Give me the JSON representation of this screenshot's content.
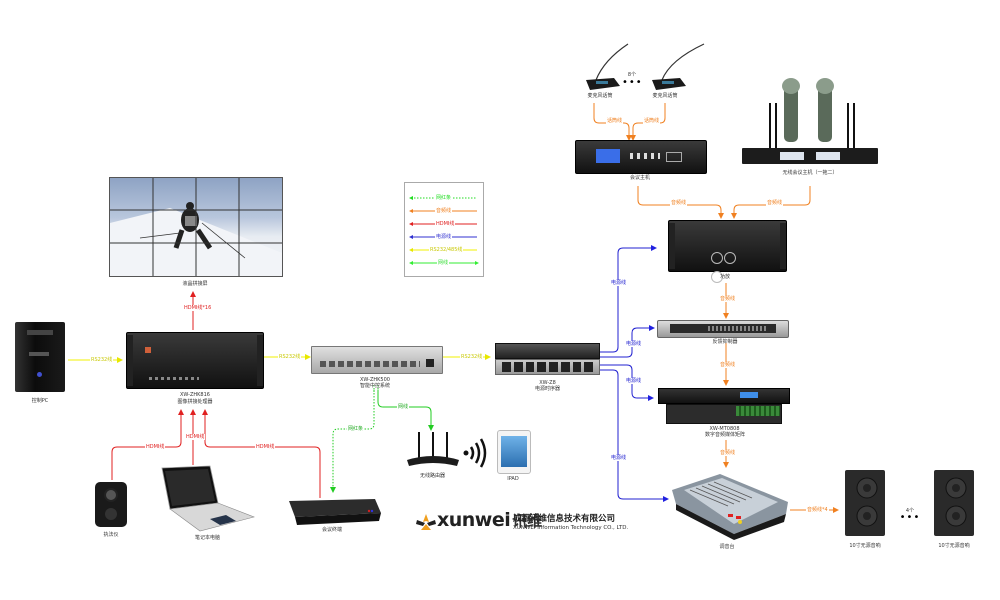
{
  "legend": {
    "items": [
      {
        "label": "网红条",
        "color": "#22dd22",
        "style": "dotted",
        "arrows": "left"
      },
      {
        "label": "音频线",
        "color": "#f08020",
        "style": "solid",
        "arrows": "left"
      },
      {
        "label": "HDMI线",
        "color": "#e02020",
        "style": "solid",
        "arrows": "left"
      },
      {
        "label": "电源线",
        "color": "#3030d0",
        "style": "solid",
        "arrows": "left"
      },
      {
        "label": "RS232/485线",
        "color": "#f0f000",
        "style": "solid",
        "arrows": "left"
      },
      {
        "label": "网线",
        "color": "#33ee33",
        "style": "solid",
        "arrows": "both"
      }
    ]
  },
  "devices": {
    "video_wall": {
      "label": "液晶拼接屏"
    },
    "control_pc": {
      "label": "控制PC"
    },
    "splicer": {
      "model": "XW-ZHK816",
      "label": "图像拼接处理器"
    },
    "central_control": {
      "model": "XW-ZHK500",
      "label": "智能中控系统"
    },
    "power_sequencer": {
      "model": "XW-Z8",
      "label": "电源时序器"
    },
    "mic_unit_1": {
      "label": "麦克风话筒"
    },
    "mic_unit_2": {
      "label": "麦克风话筒"
    },
    "mic_count": {
      "label": "8个"
    },
    "conference_host": {
      "label": "会议主机"
    },
    "wireless_mic": {
      "label": "无线会议主机（一拖二）"
    },
    "amplifier": {
      "label": "功放"
    },
    "feedback_suppressor": {
      "label": "反馈抑制器"
    },
    "audio_matrix": {
      "model": "XW-MT0808",
      "label": "数字音频媒体矩阵"
    },
    "mixer": {
      "label": "调音台"
    },
    "speaker_1": {
      "label": "10寸无源音响"
    },
    "speaker_2": {
      "label": "10寸无源音响"
    },
    "speaker_count": {
      "label": "4个"
    },
    "body_camera": {
      "label": "执法仪"
    },
    "laptop": {
      "label": "笔记本电脑"
    },
    "conference_terminal": {
      "label": "会议终端"
    },
    "wireless_router": {
      "label": "无线路由器"
    },
    "ipad": {
      "label": "IPAD"
    }
  },
  "wires": {
    "hdmi_wall": "HDMI线*16",
    "rs232_pc": "RS232线",
    "rs232_splicer": "RS232线",
    "rs232_control": "RS232线",
    "hdmi_body": "HDMI线",
    "hdmi_laptop": "HDMI线",
    "hdmi_terminal": "HDMI线",
    "net_router": "网线",
    "net_terminal": "网红条",
    "audio_mic_left": "话筒线",
    "audio_mic_right": "话筒线",
    "audio_host_amp": "音频线",
    "audio_wireless_amp": "音频线",
    "audio_amp_fb": "音频线",
    "audio_fb_matrix": "音频线",
    "audio_matrix_mixer": "音频线",
    "audio_mixer_speaker": "音频线*4",
    "power_amp": "电源线",
    "power_fb": "电源线",
    "power_matrix": "电源线",
    "power_mixer": "电源线"
  },
  "colors": {
    "audio": "#f08020",
    "hdmi": "#e02020",
    "power": "#3030d0",
    "rs232": "#f0f000",
    "network": "#33dd33"
  },
  "company": {
    "brand_en": "xunwei",
    "brand_cn": "讯维",
    "name_cn": "成都讯维信息技术有限公司",
    "name_en": "XUNWEI Information Technology CO., LTD."
  }
}
